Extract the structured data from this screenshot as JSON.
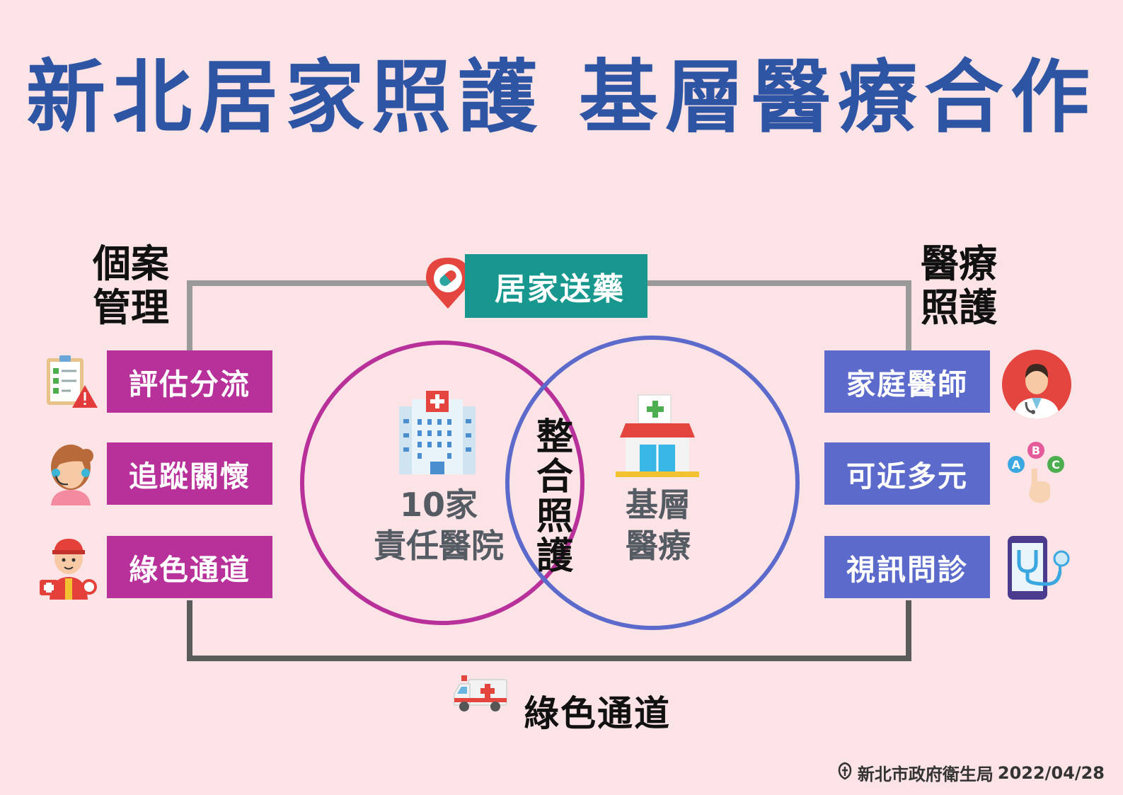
{
  "title": "新北居家照護 基層醫療合作",
  "left": {
    "heading_line1": "個案",
    "heading_line2": "管理",
    "items": [
      {
        "label": "評估分流",
        "icon": "checklist-warning-icon"
      },
      {
        "label": "追蹤關懷",
        "icon": "call-center-agent-icon"
      },
      {
        "label": "綠色通道",
        "icon": "paramedic-icon"
      }
    ]
  },
  "right": {
    "heading_line1": "醫療",
    "heading_line2": "照護",
    "items": [
      {
        "label": "家庭醫師",
        "icon": "doctor-avatar-icon"
      },
      {
        "label": "可近多元",
        "icon": "abc-options-hand-icon"
      },
      {
        "label": "視訊問診",
        "icon": "phone-stethoscope-icon"
      }
    ]
  },
  "top": {
    "label": "居家送藥",
    "icon": "pill-location-pin-icon"
  },
  "venn": {
    "left_line1": "10家",
    "left_line2": "責任醫院",
    "center": "整合照護",
    "right_line1": "基層",
    "right_line2": "醫療",
    "left_color": "#b8309a",
    "right_color": "#5b6acb"
  },
  "bottom": {
    "label": "綠色通道",
    "icon": "ambulance-icon"
  },
  "footer": {
    "org": "新北市政府衛生局",
    "date": "2022/04/28",
    "icon": "health-bureau-logo-icon"
  },
  "colors": {
    "background": "#fce3e6",
    "title": "#2e55a3",
    "magenta": "#b8309a",
    "blue": "#5b6acb",
    "teal": "#17978e"
  }
}
